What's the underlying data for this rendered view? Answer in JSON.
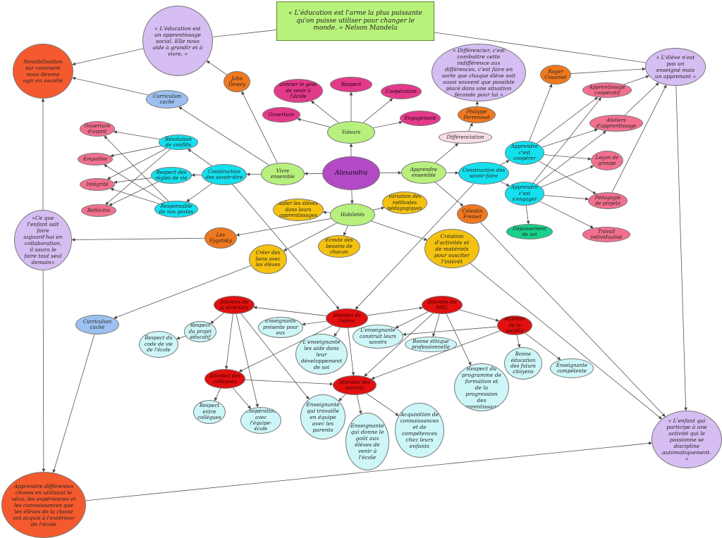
{
  "nodes": {
    "quote_mandela": "« L'éducation est l'arme la plus puissante qu'on puisse utiliser pour changer le monde. » Nelson Mandela",
    "quote_education": "« L'éducation est un apprentissage social. Elle nous aide à grandir et à vivre. »",
    "sensibilisation": "Sensibilisation sur comment nous devons agir en société",
    "john_dewey": "John Dewey",
    "curriculum_cache_top": "Curriculum caché",
    "donner_gout": "Donner le goût de venir à l'école",
    "respect_val": "Respect",
    "cooperation_val": "Coopération",
    "ouverture": "Ouverture",
    "engagement": "Engagement",
    "valeurs": "Valeurs",
    "quote_differencier": "« Différencier, c'est combattre cette indifférence aux différences, c'est faire en sorte que chaque élève soit aussi souvent que possible placé dans une situation féconde pour lui »",
    "roger": "Roger Cousinet",
    "quote_eleve": "« L'élève n'est pas un enseigné mais un apprenant »",
    "philippe": "Philippe Perrenoud",
    "apprentissage_coop": "Apprentissage coopératif",
    "ouverture_esprit": "Ouverture d'esprit",
    "resolution": "Résolution de conflits",
    "differenciation": "Différenciation",
    "ateliers": "Ateliers d'apprentissage",
    "empathie": "Empathie",
    "respect_regles": "Respect des règles de vie",
    "construction_etre": "Construction des savoir-être",
    "vivre_ensemble": "Vivre ensemble",
    "alexandra": "Alexandra",
    "apprendre_ensemble": "Apprendre ensemble",
    "construction_faire": "Construction des savoir-faire",
    "apprendre_cooperer": "Apprendre c'est coopérer",
    "lecon_groupe": "Leçon de groupe",
    "integrite": "Intégrité",
    "responsable": "Responsable de nos gestes",
    "reflechis": "Réfléchis",
    "aider_eleves": "Aider les élèves dans leurs apprentissages",
    "variation": "Variation des méthodes pédagogiques",
    "habiletes": "Habiletés",
    "apprendre_engager": "Apprendre c'est s'engager",
    "pedagogie_projets": "Pédagogie de projets",
    "quote_vygotsky": "«Ce que l'enfant sait faire aujourd'hui en collaboration, il saura le faire tout seul demain»",
    "vygotsky": "Lev Vygotsky",
    "celestin": "Célestin Freinet",
    "depassement": "Dépassement de soi",
    "travail_individualise": "Travail individualisé",
    "ecoute_besoins": "Écoute des besoins de chacun",
    "creation": "Création d'activités et de matériels pour susciter l'intérêt",
    "creer_liens": "Créer des liens avec les élèves",
    "attentes_direction": "Attentes de la direction",
    "attentes_eleve": "Attentes de l'élève",
    "attentes_mel": "Attentes du MEL",
    "attentes_societe": "Attentes de la société",
    "enseignante_presente": "Enseignante présente pour eux",
    "curriculum_cache_mid": "Curriculum caché",
    "respect_projet": "Respect du projet éducatif",
    "respect_code": "Respect du code de vie de l'école",
    "enseignante_construit": "L'enseignante construit leurs savoirs",
    "bonne_ethique": "Bonne éthique professionnelle",
    "bonne_education": "Bonne éducation des futurs citoyens",
    "enseignante_competente": "Enseignante compétente",
    "enseignante_aide": "L'enseignante les aide dans leur développement de soi",
    "respect_programme": "Respect du programme de formation et de la progression des apprentissages",
    "attentes_collegues": "Attentes des collègues",
    "attentes_parents": "Attentes des parents",
    "respect_collegues": "Respect entre collègues",
    "cooperation_equipe": "Coopération avec l'équipe-école",
    "enseignante_equipe": "Enseignante qui travaille en équipe avec les parents",
    "enseignante_gout": "Enseignante qui donne le goût aux élèves de venir à l'école",
    "acquisition": "Acquisition de connaissances et de compétences chez leurs enfants",
    "quote_enfant": "« L'enfant qui participe à une activité qui le passionne se discipline automatiquement. »",
    "apprendre_differentes": "Apprendre différentes choses en utilisant le vécu, les expériences et les connaissances que les élèves de la classe ont acquis à l'extérieur de l'école"
  },
  "colors": {
    "lavender": "#d6bdf2",
    "pink": "#e33a8a",
    "green": "#b8f07e",
    "purple": "#b14ac4",
    "cyan": "#14e0ee",
    "orange": "#f0781e",
    "salmon": "#f2708e",
    "yellow": "#f4c20f",
    "red": "#e21010",
    "light_cyan": "#cdf6f8",
    "blue": "#9cc0ef",
    "tomato": "#f55a2e",
    "teal": "#18d28a",
    "quote_green": "#b7f27a"
  }
}
